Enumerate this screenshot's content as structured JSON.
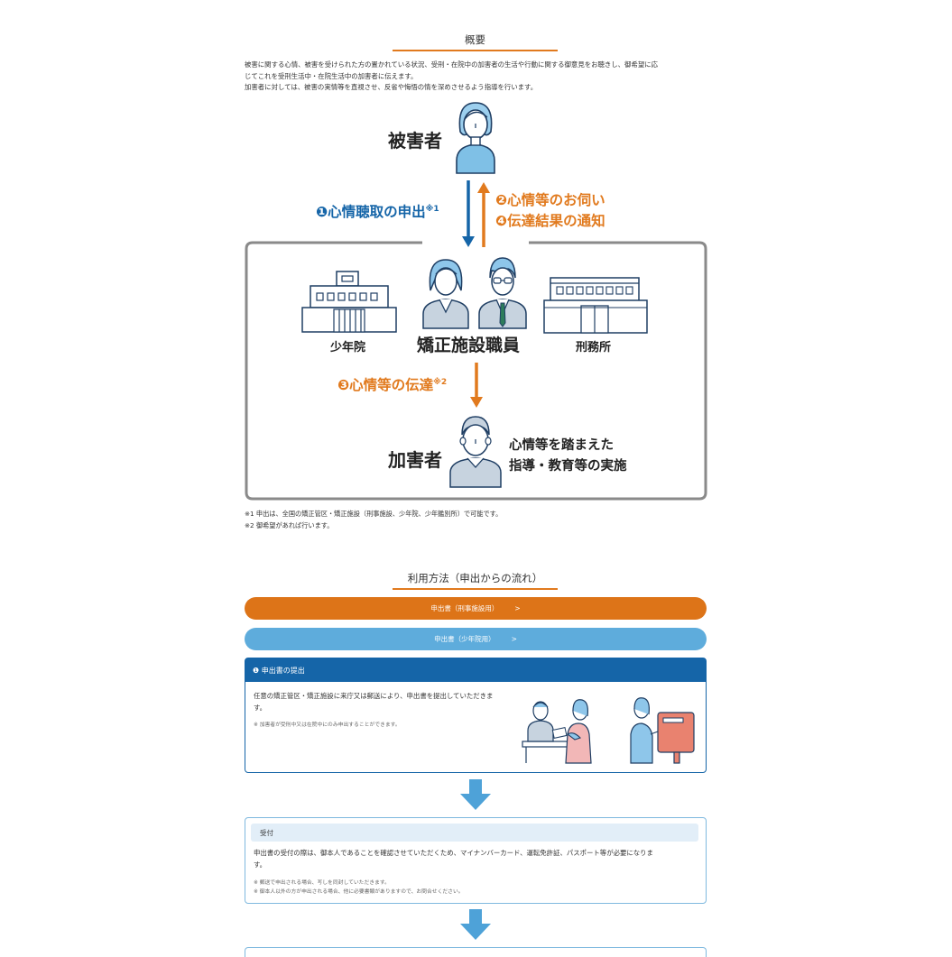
{
  "overview": {
    "title": "概要",
    "intro": [
      "被害に関する心情、被害を受けられた方の置かれている状況、受刑・在院中の加害者の生活や行動に関する御意見をお聴きし、御希望に応",
      "じてこれを受刑生活中・在院生活中の加害者に伝えます。",
      "加害者に対しては、被害の実情等を直視させ、反省や悔悟の情を深めさせるよう指導を行います。"
    ]
  },
  "diagram": {
    "victim_label": "被害者",
    "step1": "❶心情聴取の申出",
    "step1_note": "※1",
    "step2": "❷心情等のお伺い",
    "step4": "❹伝達結果の通知",
    "juvenile_label": "少年院",
    "staff_label": "矯正施設職員",
    "prison_label": "刑務所",
    "step3": "❸心情等の伝達",
    "step3_note": "※2",
    "offender_label": "加害者",
    "guidance_line1": "心情等を踏まえた",
    "guidance_line2": "指導・教育等の実施"
  },
  "notes": [
    "※1 申出は、全国の矯正管区・矯正施設（刑事施設、少年院、少年鑑別所）で可能です。",
    "※2 御希望があれば行います。"
  ],
  "usage": {
    "title": "利用方法（申出からの流れ）",
    "button_prison": "申出書（刑事施設用）",
    "button_juvenile": "申出書（少年院用）",
    "chevron": ">",
    "step1_title": "❶ 申出書の提出",
    "step1_text_1": "任意の矯正管区・矯正施設に来庁又は郵送により、申出書を提出していただきま",
    "step1_text_2": "す。",
    "step1_note": "※ 加害者が受刑中又は在院中にのみ申出することができます。",
    "step2_title": "受付",
    "step2_text_1": "申出書の受付の際は、御本人であることを確認させていただくため、マイナンバーカード、運転免許証、パスポート等が必要になりま",
    "step2_text_2": "す。",
    "step2_note_1": "※ 郵送で申出される場合、写しを同封していただきます。",
    "step2_note_2": "※ 御本人以外の方が申出される場合、他に必要書類がありますので、お問合せください。"
  },
  "colors": {
    "orange": "#e17a1e",
    "navy": "#1565a8",
    "light_blue": "#5ea8d8",
    "gray_frame": "#888888"
  }
}
